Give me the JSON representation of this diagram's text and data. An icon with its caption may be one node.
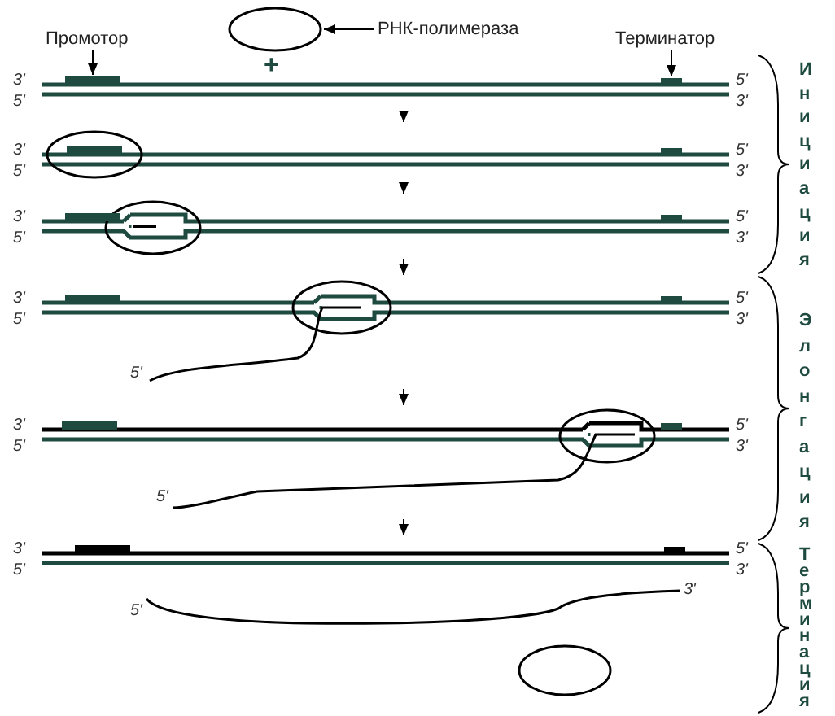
{
  "diagram": {
    "nodes": [
      {
        "text": [],
        "shape": "circle"
      },
      {
        "text": [
          "РНК-полимераза"
        ]
      },
      {
        "text": [
          "Промотор"
        ]
      },
      {
        "text": [
          "Терминатор"
        ]
      },
      {
        "text": [
          "3'",
          "5'",
          "5'",
          "3'"
        ]
      },
      {
        "text": [],
        "shape": "bar",
        "in": 4
      },
      {
        "text": [],
        "shape": "bar",
        "in": 4
      },
      {
        "text": [
          "3'",
          "5'",
          "5'",
          "3'"
        ]
      },
      {
        "text": [
          "3'",
          "5'",
          "5'",
          "3'"
        ]
      },
      {
        "text": [
          "3'",
          "5'",
          "5'",
          "3'",
          "5'"
        ]
      },
      {
        "text": [
          "3'",
          "5'",
          "5'",
          "3'",
          "5'"
        ]
      },
      {
        "text": [
          "3'",
          "5'",
          "5'",
          "3'",
          "5'",
          "3'"
        ]
      },
      {
        "text": [],
        "shape": "circle"
      }
    ],
    "edges": [
      {
        "from": 1,
        "to": 0,
        "arrow": "to"
      },
      {
        "from": 2,
        "to": 5,
        "arrow": "to"
      },
      {
        "from": 3,
        "to": 6,
        "arrow": "to"
      },
      {
        "from": 4,
        "to": 7,
        "arrow": "to"
      },
      {
        "from": 7,
        "to": 8,
        "arrow": "to"
      },
      {
        "from": 8,
        "to": 9,
        "arrow": "to"
      },
      {
        "from": 9,
        "to": 10,
        "arrow": "to"
      },
      {
        "from": 10,
        "to": 11,
        "arrow": "to"
      }
    ],
    "labels": [
      "+",
      "Инициация",
      "Элонгация",
      "Терминация"
    ]
  }
}
